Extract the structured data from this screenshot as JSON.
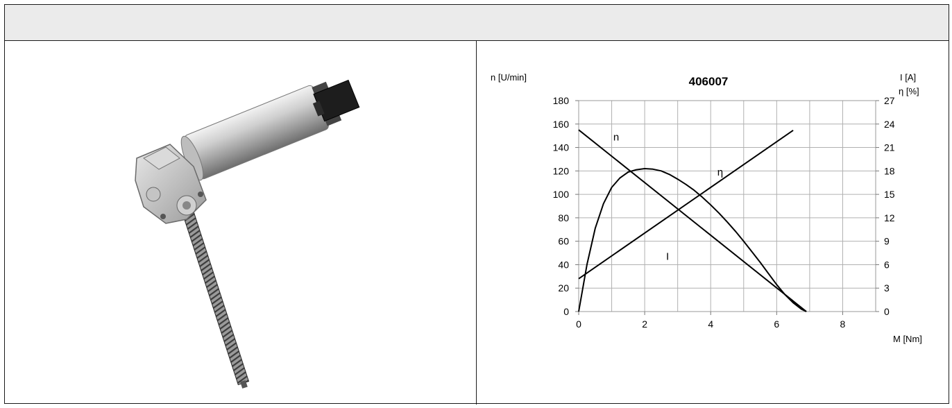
{
  "header": {
    "title": ""
  },
  "product_image": {
    "subject": "gear-motor-with-lead-screw"
  },
  "chart_data": {
    "type": "line",
    "title": "406007",
    "y_left_label": "n [U/min]",
    "y_right_label_1": "I [A]",
    "y_right_label_2": "η  [%]",
    "x_label": "M [Nm]",
    "xlim": [
      0,
      9
    ],
    "x_ticks": [
      0,
      2,
      4,
      6,
      8
    ],
    "y_left_lim": [
      0,
      180
    ],
    "y_left_ticks": [
      0,
      20,
      40,
      60,
      80,
      100,
      120,
      140,
      160,
      180
    ],
    "y_right_lim": [
      0,
      27
    ],
    "y_right_ticks": [
      0,
      3,
      6,
      9,
      12,
      15,
      18,
      21,
      24,
      27
    ],
    "grid": true,
    "series": [
      {
        "name": "n",
        "axis": "left",
        "x": [
          0,
          6.9
        ],
        "values": [
          155,
          0
        ]
      },
      {
        "name": "I",
        "axis": "right",
        "x": [
          0,
          6.5
        ],
        "values": [
          4.2,
          23.2
        ]
      },
      {
        "name": "η",
        "axis": "left",
        "x": [
          0,
          0.25,
          0.5,
          0.75,
          1.0,
          1.25,
          1.5,
          1.75,
          2.0,
          2.25,
          2.5,
          2.75,
          3.0,
          3.25,
          3.5,
          3.75,
          4.0,
          4.25,
          4.5,
          4.75,
          5.0,
          5.25,
          5.5,
          5.75,
          6.0,
          6.25,
          6.5,
          6.75,
          6.9
        ],
        "values": [
          0,
          40,
          71,
          92,
          106,
          114,
          119,
          121,
          122,
          121.5,
          120,
          117,
          113,
          108.5,
          103.5,
          97.5,
          91,
          84,
          76.5,
          68.5,
          60,
          51,
          42,
          32.5,
          23,
          14.5,
          7.5,
          2,
          0
        ]
      }
    ],
    "curve_labels": [
      {
        "text": "n",
        "x": 1.05,
        "y": 146
      },
      {
        "text": "η",
        "x": 4.2,
        "y": 116
      },
      {
        "text": "I",
        "x": 2.65,
        "y": 44
      }
    ]
  }
}
